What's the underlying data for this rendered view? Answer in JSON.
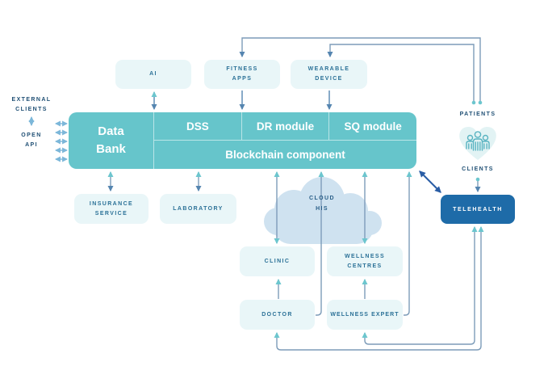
{
  "left_panel": {
    "external_clients_lines": [
      "EXTERNAL",
      "CLIENTS"
    ],
    "open_api_lines": [
      "OPEN",
      "API"
    ]
  },
  "top_nodes": {
    "ai": {
      "label": "AI"
    },
    "fitness_apps": {
      "lines": [
        "FITNESS",
        "APPS"
      ]
    },
    "wearable_device": {
      "lines": [
        "WEARABLE",
        "DEVICE"
      ]
    }
  },
  "core": {
    "data_bank_lines": [
      "Data",
      "Bank"
    ],
    "dss": "DSS",
    "dr_module": "DR module",
    "sq_module": "SQ module",
    "blockchain": "Blockchain component"
  },
  "services": {
    "insurance_lines": [
      "INSURANCE",
      "SERVICE"
    ],
    "laboratory": "LABORATORY"
  },
  "cloud": {
    "lines": [
      "CLOUD",
      "HIS"
    ]
  },
  "care": {
    "clinic": "CLINIC",
    "wellness_centres_lines": [
      "WELLNESS",
      "CENTRES"
    ],
    "doctor": "DOCTOR",
    "wellness_expert": "WELLNESS EXPERT"
  },
  "right_panel": {
    "patients": "PATIENTS",
    "clients": "CLIENTS",
    "telehealth": "TELEHEALTH"
  },
  "colors": {
    "core_teal": "#66c5cb",
    "telehealth_blue": "#1e6ba8",
    "light_box": "#e9f6f8",
    "cloud_fill": "#cfe2f0",
    "connector_gray_blue": "#7d9cb9",
    "connector_steel": "#5585b0",
    "accent_teal": "#6cc6ce",
    "accent_dark_blue": "#2a5da5",
    "label_navy": "#1f4f74",
    "label_blue": "#2b7197"
  }
}
